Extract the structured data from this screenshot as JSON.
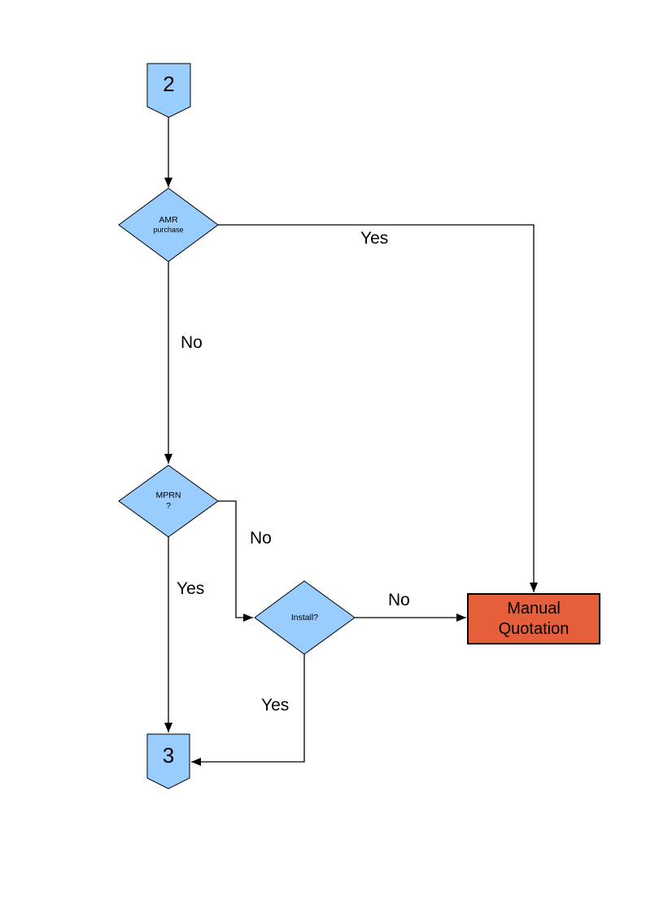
{
  "colors": {
    "node_fill": "#99CCFF",
    "node_border": "#000000",
    "alert_fill": "#E5603A",
    "connector": "#000000",
    "text": "#000000"
  },
  "nodes": {
    "offpage_2": {
      "label": "2"
    },
    "amr_purchase": {
      "line1": "AMR",
      "line2": "purchase"
    },
    "mprn": {
      "line1": "MPRN",
      "line2": "?"
    },
    "install": {
      "label": "Install?"
    },
    "manual_quotation": {
      "line1": "Manual",
      "line2": "Quotation"
    },
    "offpage_3": {
      "label": "3"
    }
  },
  "edge_labels": {
    "amr_yes": "Yes",
    "amr_no": "No",
    "mprn_no": "No",
    "mprn_yes": "Yes",
    "install_no": "No",
    "install_yes": "Yes"
  }
}
